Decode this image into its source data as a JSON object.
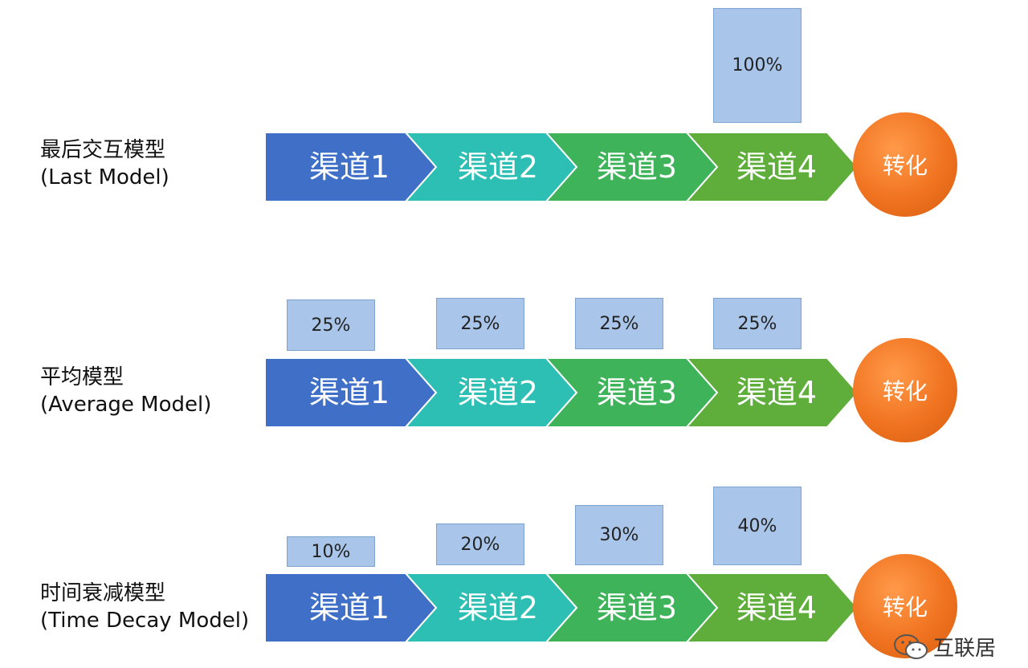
{
  "models": [
    {
      "label_cn": "最后交互模型",
      "label_en": "(Last Model)",
      "channels": [
        "渠道1",
        "渠道2",
        "渠道3",
        "渠道4"
      ],
      "conversion": "转化",
      "shares": [
        "",
        "",
        "",
        "100%"
      ]
    },
    {
      "label_cn": "平均模型",
      "label_en": "(Average Model)",
      "channels": [
        "渠道1",
        "渠道2",
        "渠道3",
        "渠道4"
      ],
      "conversion": "转化",
      "shares": [
        "25%",
        "25%",
        "25%",
        "25%"
      ]
    },
    {
      "label_cn": "时间衰减模型",
      "label_en": "(Time Decay Model)",
      "channels": [
        "渠道1",
        "渠道2",
        "渠道3",
        "渠道4"
      ],
      "conversion": "转化",
      "shares": [
        "10%",
        "20%",
        "30%",
        "40%"
      ]
    }
  ],
  "colors": {
    "channel1": "#3f6fc6",
    "channel2": "#2ebfb4",
    "channel3": "#3fb35a",
    "channel4": "#5fae3c",
    "share_box": "#a9c6ea",
    "conversion": "#f07320"
  },
  "watermark": {
    "icon": "wechat-icon",
    "text": "互联居"
  }
}
